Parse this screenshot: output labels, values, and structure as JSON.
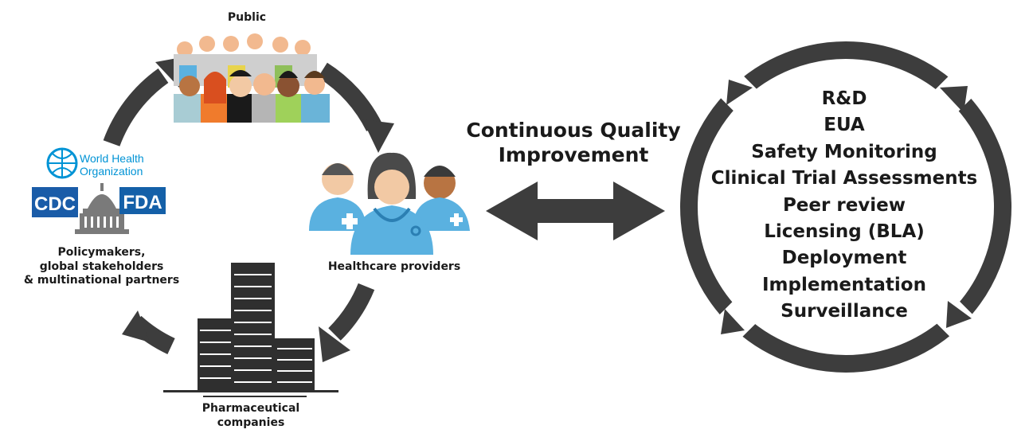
{
  "left_cycle": {
    "public_label": "Public",
    "policy_label": "Policymakers,\nglobal stakeholders\n& multinational partners",
    "healthcare_label": "Healthcare providers",
    "pharma_label": "Pharmaceutical\ncompanies",
    "logos": {
      "who_line1": "World Health",
      "who_line2": "Organization",
      "cdc": "CDC",
      "fda": "FDA"
    }
  },
  "center": {
    "title": "Continuous Quality\nImprovement"
  },
  "right_cycle": {
    "steps": [
      "R&D",
      "EUA",
      "Safety Monitoring",
      "Clinical Trial Assessments",
      "Peer review",
      "Licensing (BLA)",
      "Deployment",
      "Implementation",
      "Surveillance"
    ]
  },
  "colors": {
    "arrow": "#3d3d3d",
    "who_blue": "#0093d5",
    "cdc_blue": "#1a5ca8",
    "fda_blue": "#1460a8",
    "scrub_blue": "#5ab1e0"
  }
}
